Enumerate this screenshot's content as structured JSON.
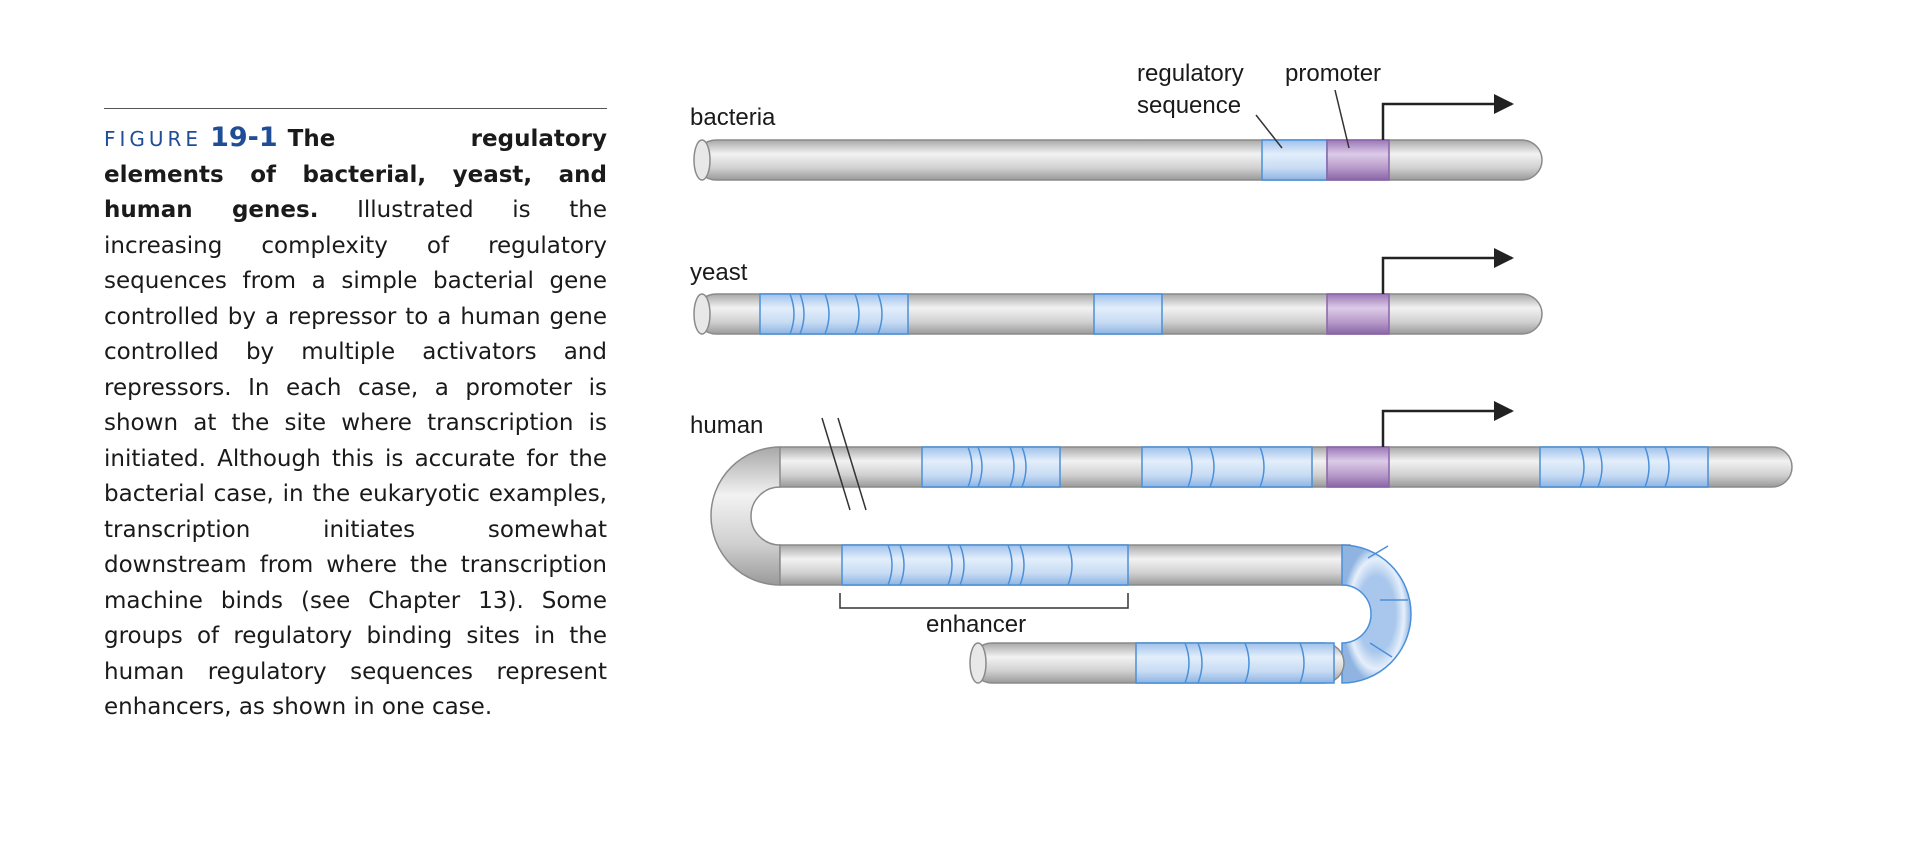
{
  "caption": {
    "figure_label": "FIGURE",
    "figure_number": "19-1",
    "title": "The regulatory elements of bacterial, yeast, and human genes.",
    "body": "Illustrated is the increasing complexity of regulatory sequences from a simple bacterial gene controlled by a repressor to a human gene controlled by multiple activators and repressors. In each case, a promoter is shown at the site where transcription is initiated. Although this is accurate for the bacterial case, in the eukaryotic examples, transcription initiates somewhat downstream from where the transcription machine binds (see Chapter 13). Some groups of regulatory binding sites in the human regulatory sequences represent enhancers, as shown in one case."
  },
  "diagram": {
    "labels": {
      "bacteria": "bacteria",
      "yeast": "yeast",
      "human": "human",
      "regulatory_line1": "regulatory",
      "regulatory_line2": "sequence",
      "promoter": "promoter",
      "enhancer": "enhancer"
    },
    "colors": {
      "dna": "#d6d6d6",
      "regulatory_site": "#c8dcf4",
      "regulatory_outline": "#4a90d9",
      "promoter": "#b89ac9",
      "promoter_outline": "#8a63a8",
      "arrow": "#222222"
    }
  }
}
